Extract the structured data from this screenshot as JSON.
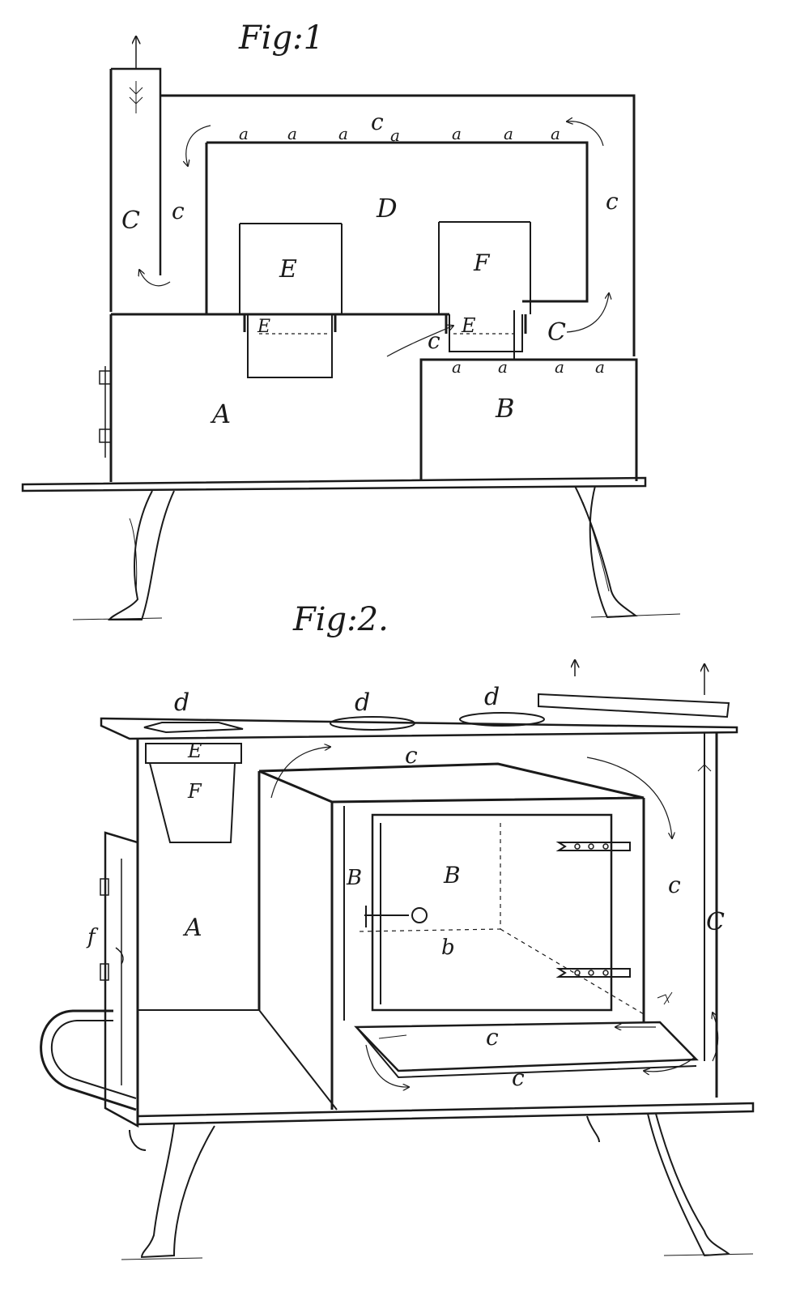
{
  "figures": [
    {
      "title": "Fig:1",
      "labels": {
        "A": "A",
        "B": "B",
        "C": "C",
        "c": "c",
        "D": "D",
        "E": "E",
        "F": "F",
        "a": "a"
      }
    },
    {
      "title": "Fig:2.",
      "labels": {
        "A": "A",
        "B": "B",
        "B2": "B",
        "b": "b",
        "C": "C",
        "c": "c",
        "d": "d",
        "E": "E",
        "F": "F",
        "f": "f"
      }
    }
  ],
  "colors": {
    "ink": "#1a1a1a",
    "paper": "#ffffff"
  }
}
